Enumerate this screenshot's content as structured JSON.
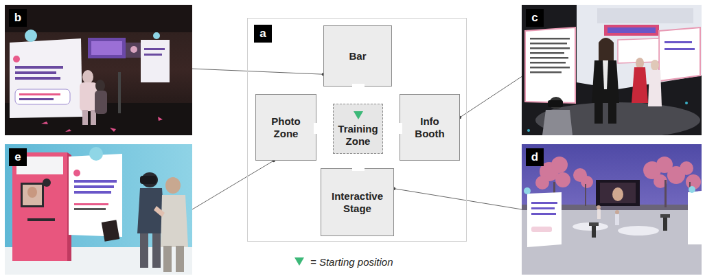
{
  "diagram": {
    "nodes": [
      {
        "text": [
          "b"
        ]
      },
      {
        "text": [
          "a"
        ]
      },
      {
        "text": [
          "Bar"
        ],
        "in": 1
      },
      {
        "text": [
          "Photo Zone"
        ],
        "in": 1
      },
      {
        "text": [
          "Training Zone"
        ],
        "in": 1
      },
      {
        "text": [
          "Info Booth"
        ],
        "in": 1
      },
      {
        "text": [
          "Interactive Stage"
        ],
        "in": 1
      },
      {
        "text": [
          "c"
        ]
      },
      {
        "text": [
          "e"
        ]
      },
      {
        "text": [
          "d"
        ]
      }
    ],
    "edges": [
      {
        "from": 0,
        "to": 2,
        "arrow": "none"
      },
      {
        "from": 7,
        "to": 5,
        "arrow": "none"
      },
      {
        "from": 8,
        "to": 3,
        "arrow": "none"
      },
      {
        "from": 9,
        "to": 6,
        "arrow": "none"
      }
    ],
    "legend": [
      {
        "text": "= Starting position"
      }
    ]
  }
}
